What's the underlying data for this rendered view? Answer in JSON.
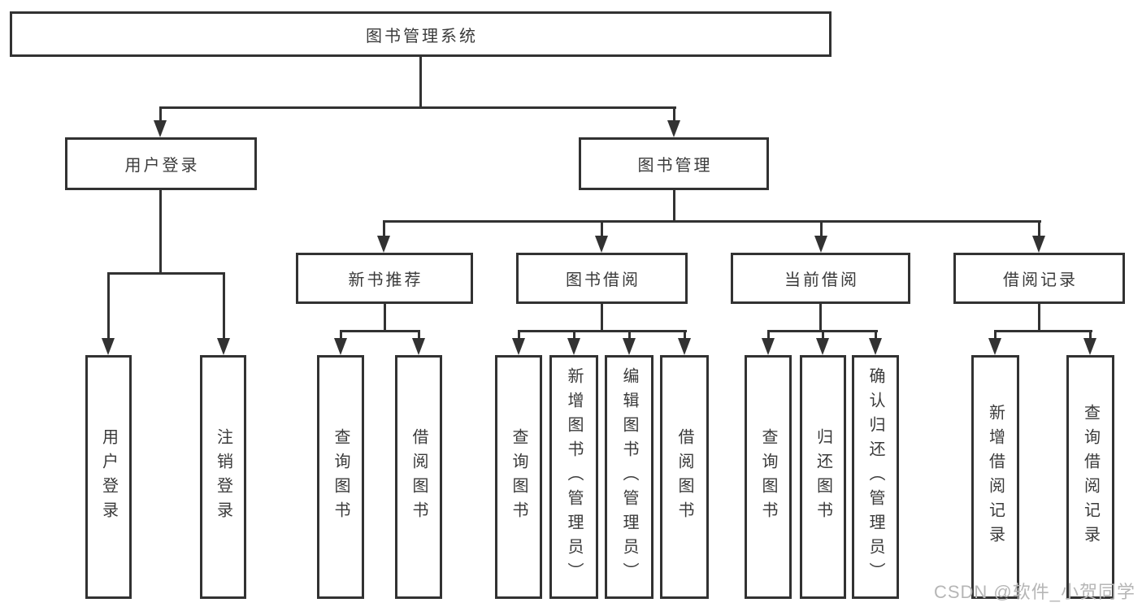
{
  "tree": {
    "root": {
      "label": "图书管理系统"
    },
    "children": [
      {
        "label": "用户登录",
        "children": [
          {
            "label": "用户登录"
          },
          {
            "label": "注销登录"
          }
        ]
      },
      {
        "label": "图书管理",
        "children": [
          {
            "label": "新书推荐",
            "children": [
              {
                "label": "查询图书"
              },
              {
                "label": "借阅图书"
              }
            ]
          },
          {
            "label": "图书借阅",
            "children": [
              {
                "label": "查询图书"
              },
              {
                "label": "新增图书（管理员）"
              },
              {
                "label": "编辑图书（管理员）"
              },
              {
                "label": "借阅图书"
              }
            ]
          },
          {
            "label": "当前借阅",
            "children": [
              {
                "label": "查询图书"
              },
              {
                "label": "归还图书"
              },
              {
                "label": "确认归还（管理员）"
              }
            ]
          },
          {
            "label": "借阅记录",
            "children": [
              {
                "label": "新增借阅记录"
              },
              {
                "label": "查询借阅记录"
              }
            ]
          }
        ]
      }
    ]
  },
  "watermark": "CSDN @软件_小贺同学",
  "colors": {
    "line": "#323232",
    "text": "#3a3a3a",
    "watermark": "#b6b6b6",
    "background": "#ffffff"
  }
}
